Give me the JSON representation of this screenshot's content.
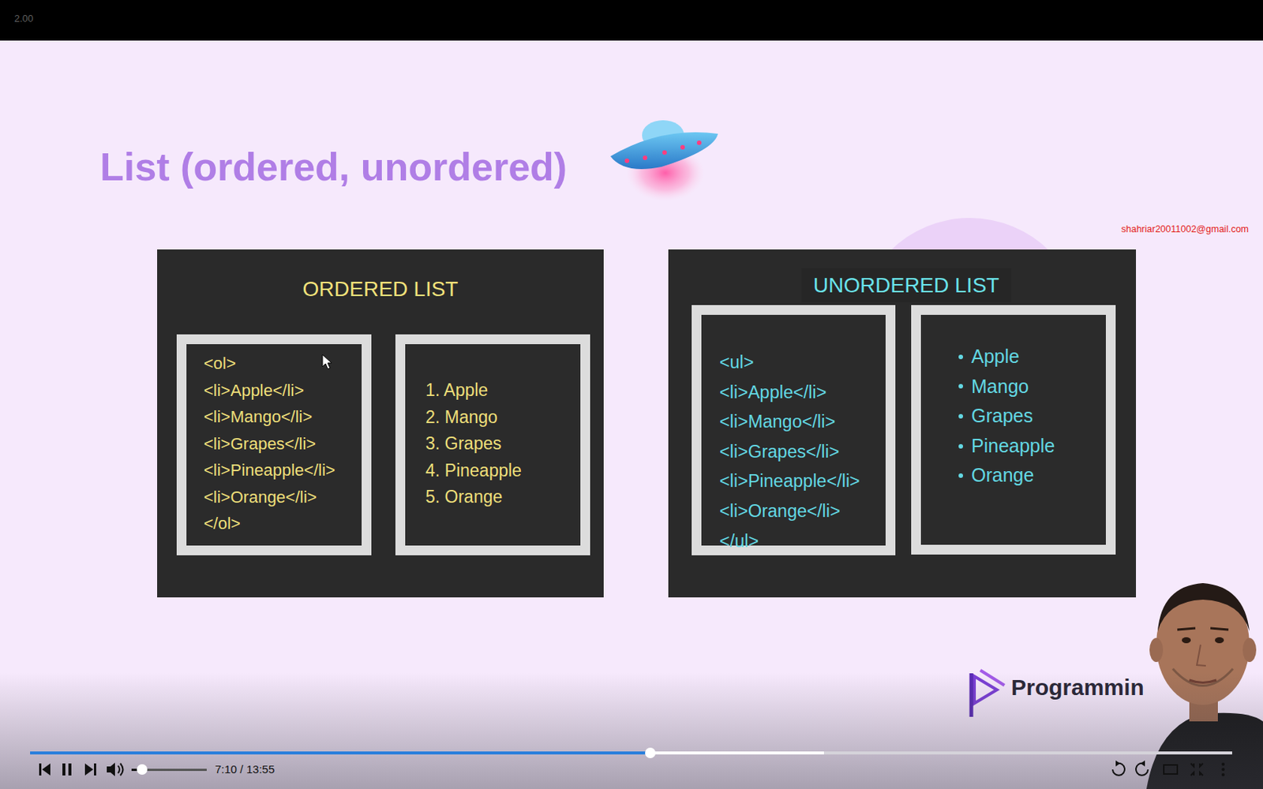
{
  "diagram": {
    "title": "List (ordered, unordered)",
    "nodes": [
      {
        "text": [
          "ORDERED LIST"
        ]
      },
      {
        "text": [
          "<ol>",
          "<li>Apple</li>",
          "<li>Mango</li>",
          "<li>Grapes</li>",
          "<li>Pineapple</li>",
          "<li>Orange</li>",
          "</ol>"
        ],
        "in": 0
      },
      {
        "text": [
          "1. Apple",
          "2. Mango",
          "3. Grapes",
          "4. Pineapple",
          "5. Orange"
        ],
        "in": 0
      },
      {
        "text": [
          "UNORDERED LIST"
        ]
      },
      {
        "text": [
          "<ul>",
          "<li>Apple</li>",
          "<li>Mango</li>",
          "<li>Grapes</li>",
          "<li>Pineapple</li>",
          "<li>Orange</li>",
          "</ul>"
        ],
        "in": 3
      },
      {
        "text": [
          "Apple",
          "Mango",
          "Grapes",
          "Pineapple",
          "Orange"
        ],
        "in": 3
      }
    ],
    "labels": [
      "2.00",
      "shahriar20011002@gmail.com",
      "Programmin",
      "7:10 / 13:55"
    ]
  }
}
